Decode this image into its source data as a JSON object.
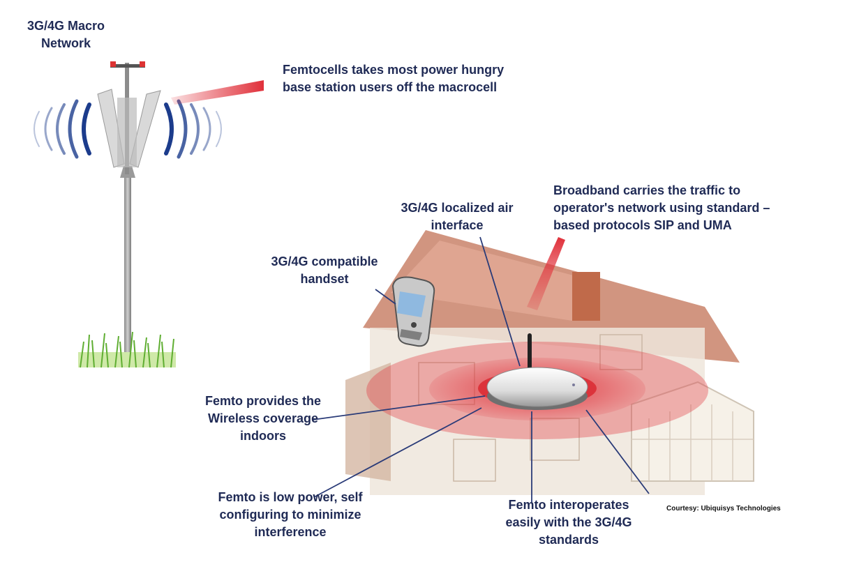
{
  "labels": {
    "macro_network": "3G/4G Macro\nNetwork",
    "femtocells_offload": "Femtocells takes most power hungry\nbase station users off the macrocell",
    "broadband": "Broadband carries the traffic to\noperator's network using standard –\nbased protocols SIP and UMA",
    "air_interface": "3G/4G localized air\ninterface",
    "handset": "3G/4G compatible\nhandset",
    "coverage": "Femto provides the\nWireless coverage\nindoors",
    "low_power": "Femto is low power, self\nconfiguring to minimize\ninterference",
    "interoperates": "Femto interoperates\neasily with the 3G/4G\nstandards"
  },
  "credit": "Courtesy: Ubiquisys Technologies",
  "colors": {
    "label_text": "#1f2a55",
    "signal_red": "#e0303a",
    "wave_blue": "#1c3c8c",
    "roof": "#c9836a",
    "grass": "#5fae32"
  },
  "icons": [
    "cell-tower-icon",
    "radio-waves-icon",
    "mobile-phone-icon",
    "house-icon",
    "femtocell-device-icon",
    "grass-icon"
  ]
}
